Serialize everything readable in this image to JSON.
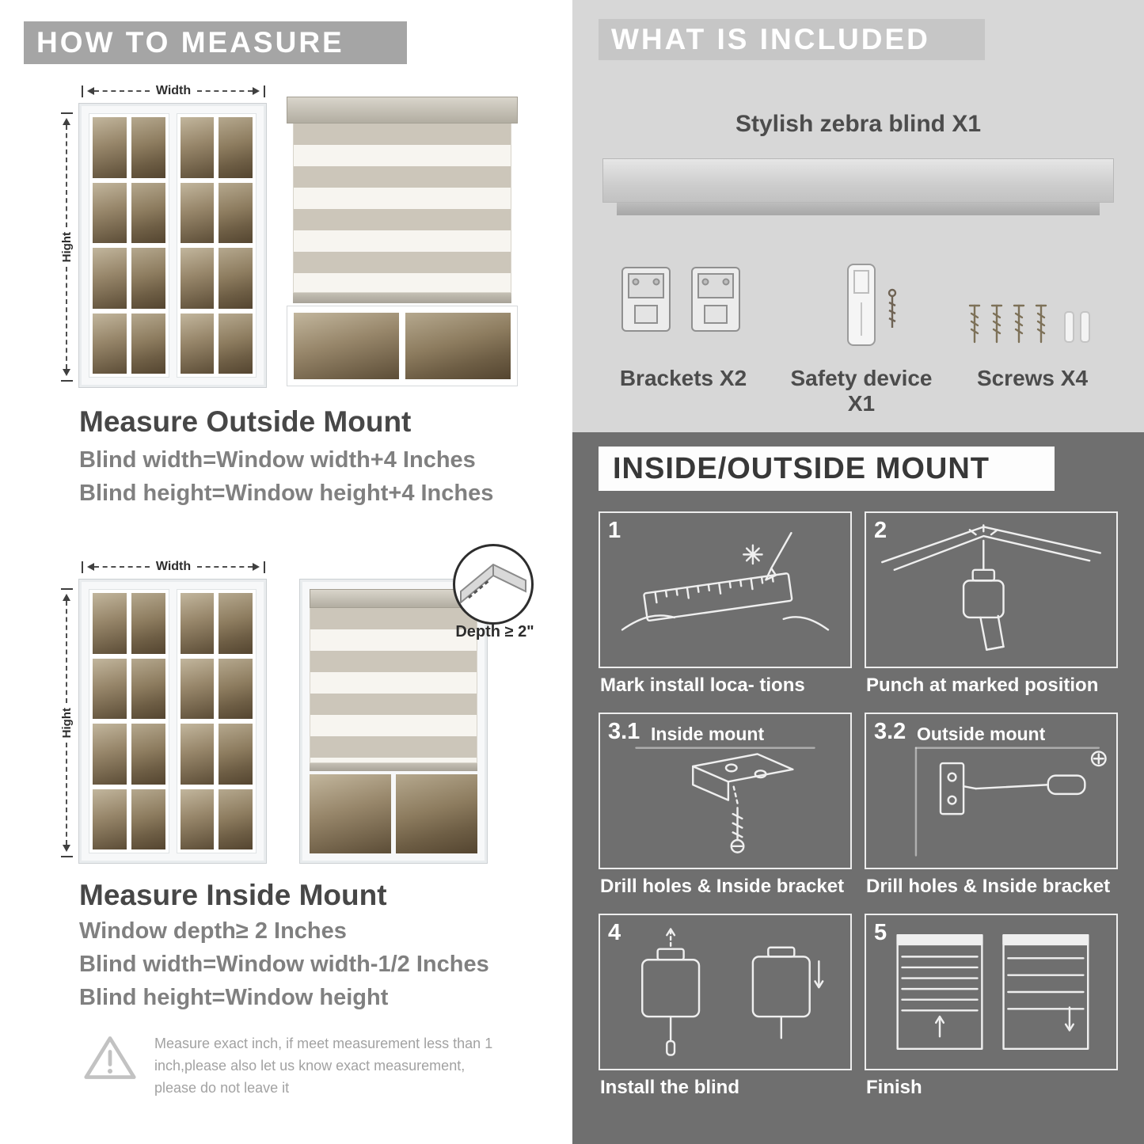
{
  "colors": {
    "left_banner": "#a5a5a5",
    "included_bg": "#d7d7d7",
    "mount_bg": "#6f6f6f",
    "heading_text": "#474747",
    "body_text": "#808080"
  },
  "how_to_measure": {
    "header": "HOW TO MEASURE",
    "outside": {
      "width_label": "Width",
      "height_label": "Hight",
      "title": "Measure Outside Mount",
      "line1": "Blind width=Window width+4 Inches",
      "line2": "Blind height=Window height+4 Inches"
    },
    "inside": {
      "width_label": "Width",
      "height_label": "Hight",
      "depth_label": "Depth ≥ 2\"",
      "title": "Measure Inside Mount",
      "line1": "Window depth≥ 2 Inches",
      "line2": "Blind width=Window width-1/2 Inches",
      "line3": "Blind height=Window height"
    },
    "warning_text": "Measure exact inch, if meet measurement less than 1 inch,please also let us know exact measurement, please do not leave it"
  },
  "included": {
    "header": "WHAT IS INCLUDED",
    "product_label": "Stylish zebra blind X1",
    "items": [
      {
        "label": "Brackets X2"
      },
      {
        "label": "Safety device X1"
      },
      {
        "label": "Screws X4"
      }
    ]
  },
  "mount": {
    "header": "INSIDE/OUTSIDE MOUNT",
    "steps": [
      {
        "num": "1",
        "caption": "Mark install loca- tions"
      },
      {
        "num": "2",
        "caption": "Punch at  marked position"
      },
      {
        "num": "3.1",
        "label": "Inside mount",
        "caption": "Drill holes &  Inside bracket"
      },
      {
        "num": "3.2",
        "label": "Outside mount",
        "caption": "Drill holes &  Inside bracket"
      },
      {
        "num": "4",
        "caption": "Install the blind"
      },
      {
        "num": "5",
        "caption": "Finish"
      }
    ]
  }
}
